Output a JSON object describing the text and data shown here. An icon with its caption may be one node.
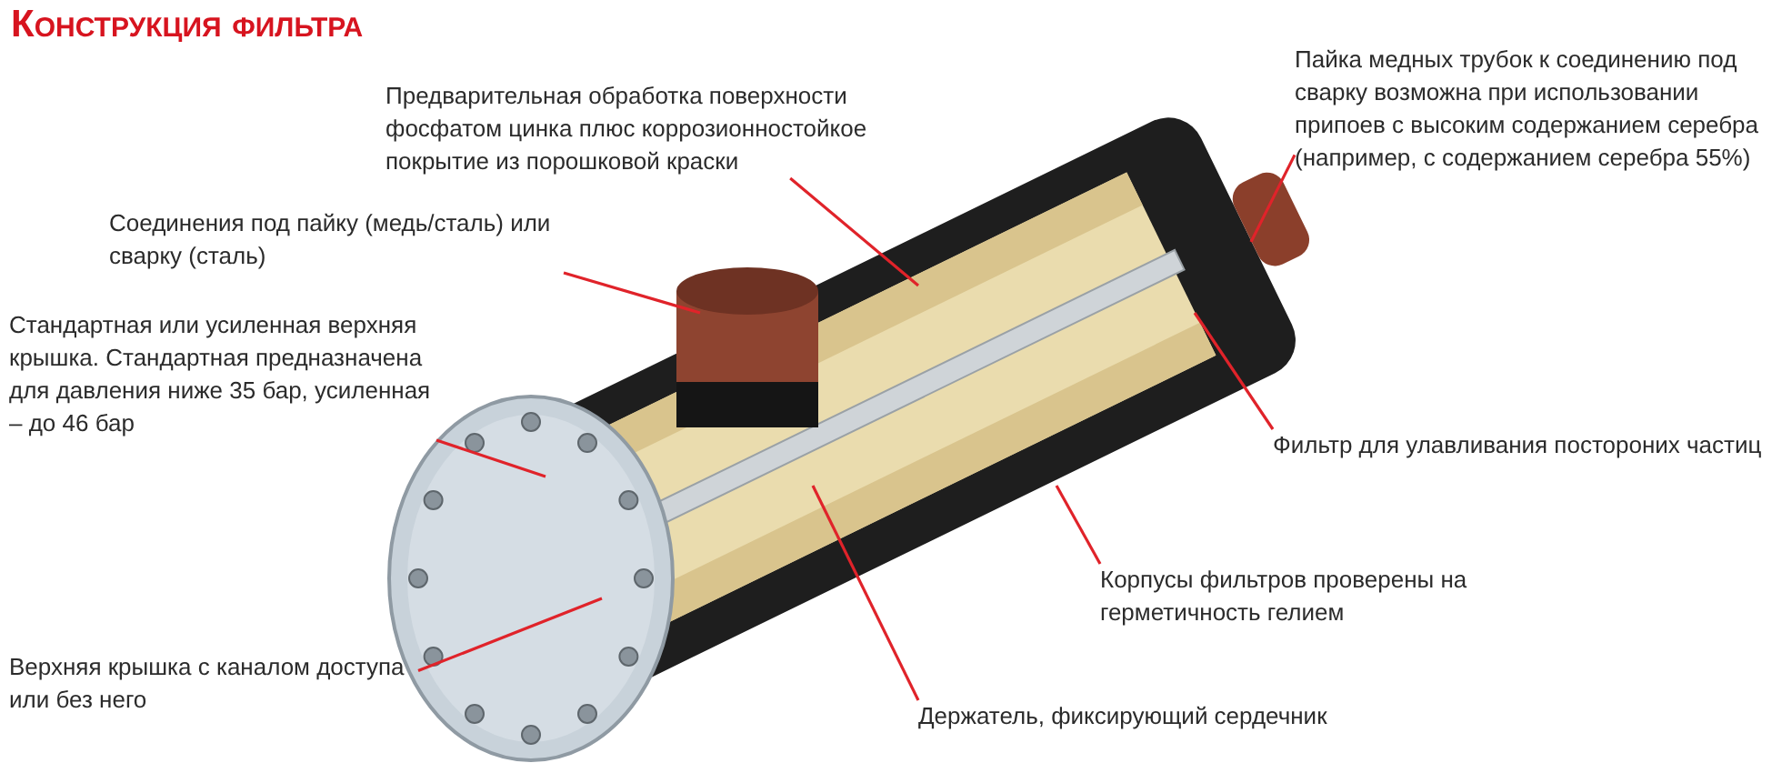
{
  "diagram": {
    "title": "Конструкция фильтра",
    "nodes": [
      {
        "text": [
          "Предварительная обработка поверхности фосфатом цинка плюс коррозионностойкое покрытие из порошковой краски"
        ]
      },
      {
        "text": [
          "Соединения под пайку (медь/сталь) или сварку (сталь)"
        ]
      },
      {
        "text": [
          "Стандартная или усиленная верхняя крышка. Стандартная предназначена для давления ниже 35 бар, усиленная – до 46 бар"
        ]
      },
      {
        "text": [
          "Пайка медных трубок к соединению под сварку возможна при использовании припоев с высоким содержанием серебра (например, с содержанием серебра 55%)"
        ]
      },
      {
        "text": [
          "Фильтр для улавливания постороних частиц"
        ]
      },
      {
        "text": [
          "Корпусы фильтров проверены на герметичность гелием"
        ]
      },
      {
        "text": [
          "Держатель, фиксирующий сердечник"
        ]
      },
      {
        "text": [
          "Верхняя крышка с каналом доступа или без него"
        ]
      }
    ],
    "edges": [
      {
        "from": 0,
        "to": null,
        "arrow": "none"
      },
      {
        "from": 1,
        "to": null,
        "arrow": "none"
      },
      {
        "from": 2,
        "to": null,
        "arrow": "none"
      },
      {
        "from": 3,
        "to": null,
        "arrow": "none"
      },
      {
        "from": 4,
        "to": null,
        "arrow": "none"
      },
      {
        "from": 5,
        "to": null,
        "arrow": "none"
      },
      {
        "from": 6,
        "to": null,
        "arrow": "none"
      },
      {
        "from": 7,
        "to": null,
        "arrow": "none"
      }
    ]
  }
}
